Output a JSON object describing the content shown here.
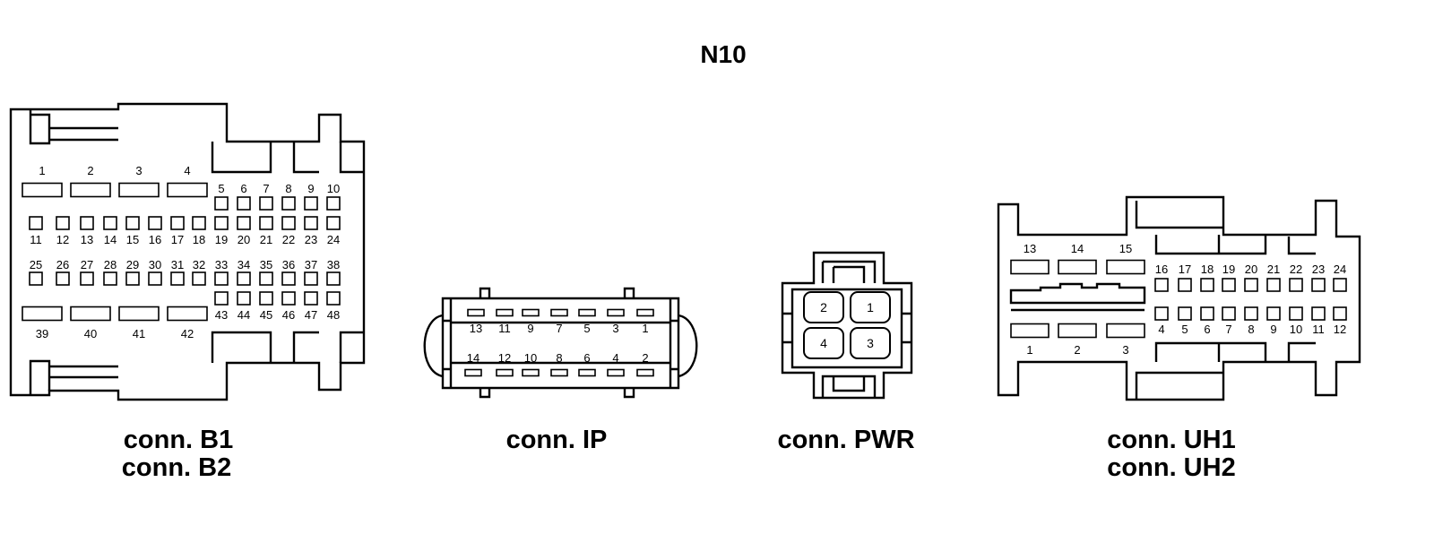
{
  "title": "N10",
  "connectors": {
    "b": {
      "captions": [
        "conn. B1",
        "conn. B2"
      ],
      "pins": [
        "1",
        "2",
        "3",
        "4",
        "5",
        "6",
        "7",
        "8",
        "9",
        "10",
        "11",
        "12",
        "13",
        "14",
        "15",
        "16",
        "17",
        "18",
        "19",
        "20",
        "21",
        "22",
        "23",
        "24",
        "25",
        "26",
        "27",
        "28",
        "29",
        "30",
        "31",
        "32",
        "33",
        "34",
        "35",
        "36",
        "37",
        "38",
        "39",
        "40",
        "41",
        "42",
        "43",
        "44",
        "45",
        "46",
        "47",
        "48"
      ]
    },
    "ip": {
      "captions": [
        "conn. IP"
      ],
      "pins": [
        "1",
        "2",
        "3",
        "4",
        "5",
        "6",
        "7",
        "8",
        "9",
        "10",
        "11",
        "12",
        "13",
        "14"
      ]
    },
    "pwr": {
      "captions": [
        "conn. PWR"
      ],
      "pins": [
        "1",
        "2",
        "3",
        "4"
      ]
    },
    "uh": {
      "captions": [
        "conn. UH1",
        "conn. UH2"
      ],
      "pins": [
        "1",
        "2",
        "3",
        "4",
        "5",
        "6",
        "7",
        "8",
        "9",
        "10",
        "11",
        "12",
        "13",
        "14",
        "15",
        "16",
        "17",
        "18",
        "19",
        "20",
        "21",
        "22",
        "23",
        "24"
      ]
    }
  }
}
